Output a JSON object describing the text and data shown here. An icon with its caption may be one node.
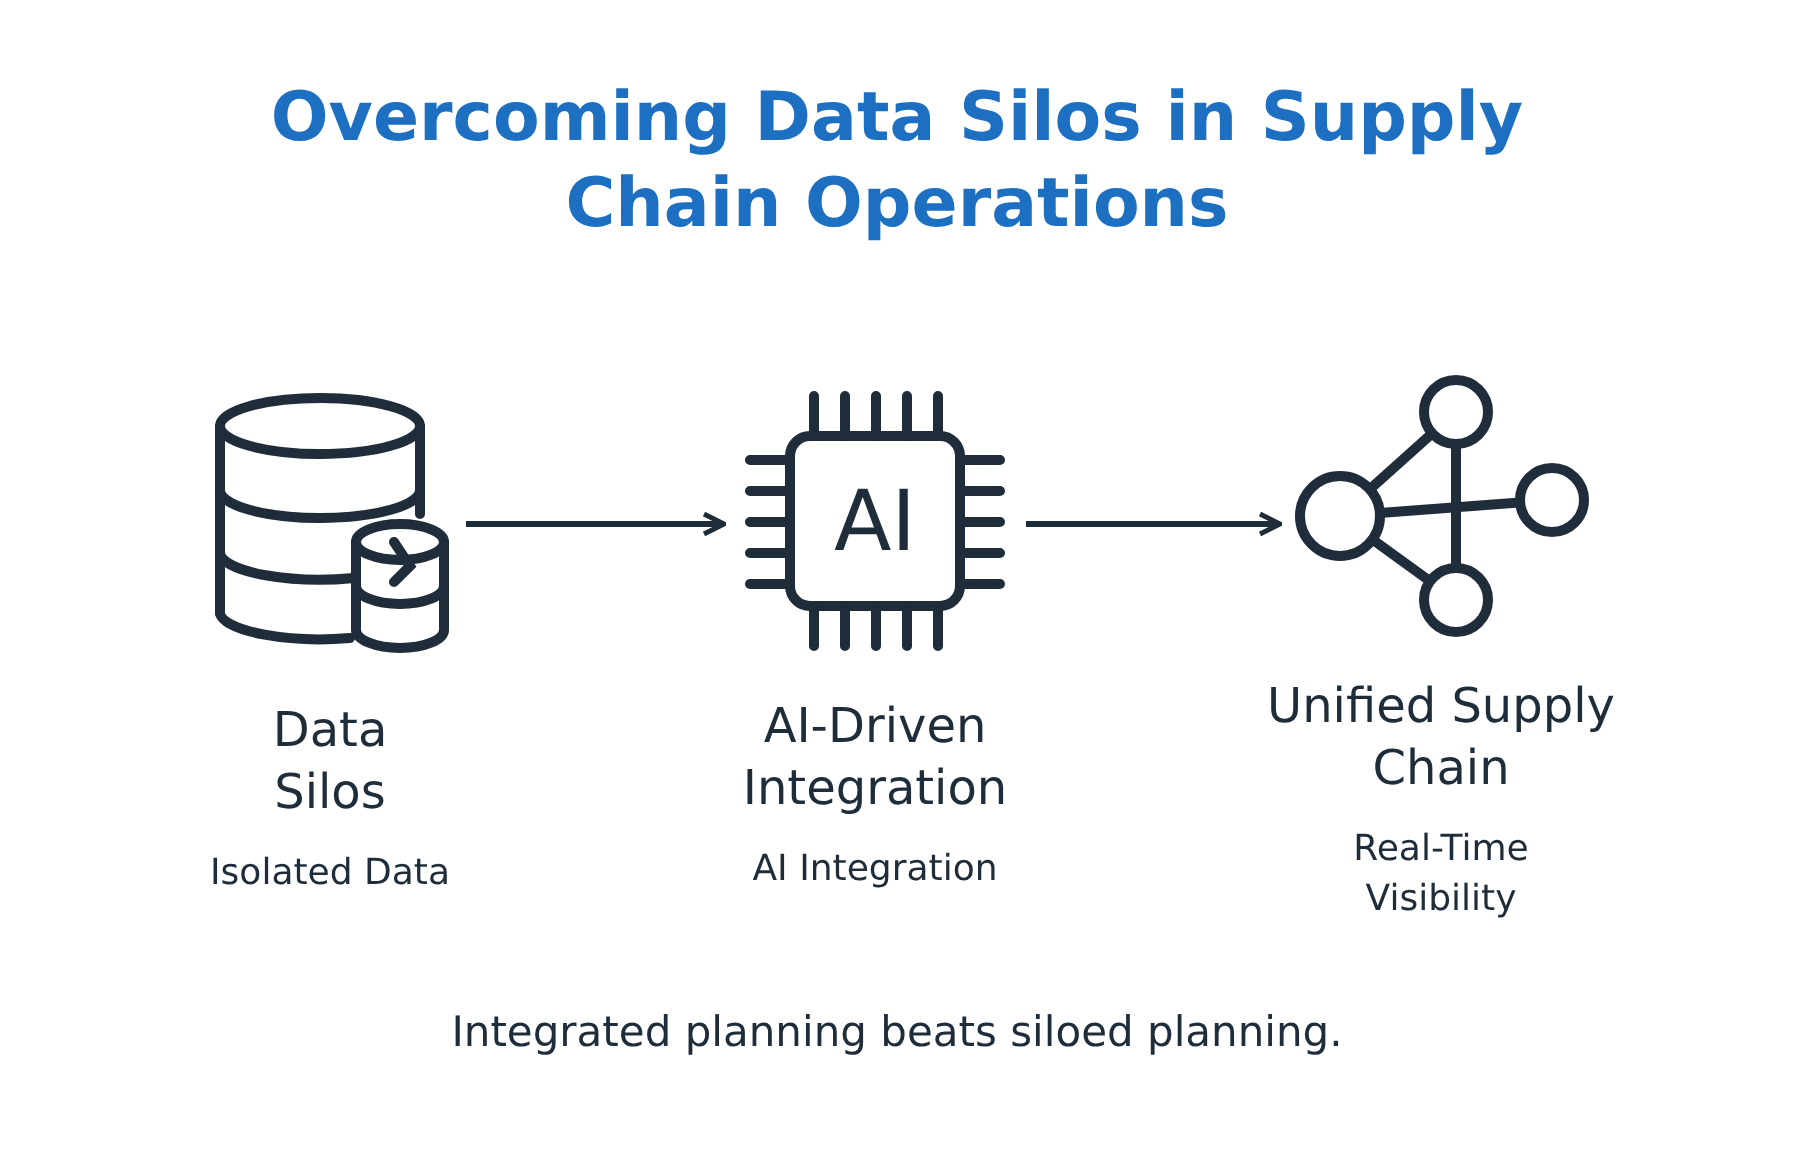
{
  "diagram": {
    "title": "Overcoming Data Silos in Supply Chain Operations",
    "nodes": [
      {
        "text": [],
        "shape": "cylinder",
        "beside": [
          "Data Silos",
          "Isolated Data"
        ]
      },
      {
        "text": [
          "AI"
        ],
        "beside": [
          "AI-Driven Integration",
          "AI Integration"
        ]
      },
      {
        "text": [],
        "shape": "network",
        "beside": [
          "Unified Supply Chain",
          "Real-Time Visibility"
        ]
      }
    ],
    "edges": [
      {
        "from": 0,
        "to": 1,
        "arrow": "to"
      },
      {
        "from": 1,
        "to": 2,
        "arrow": "to"
      }
    ],
    "caption": "Integrated planning beats siloed planning."
  }
}
